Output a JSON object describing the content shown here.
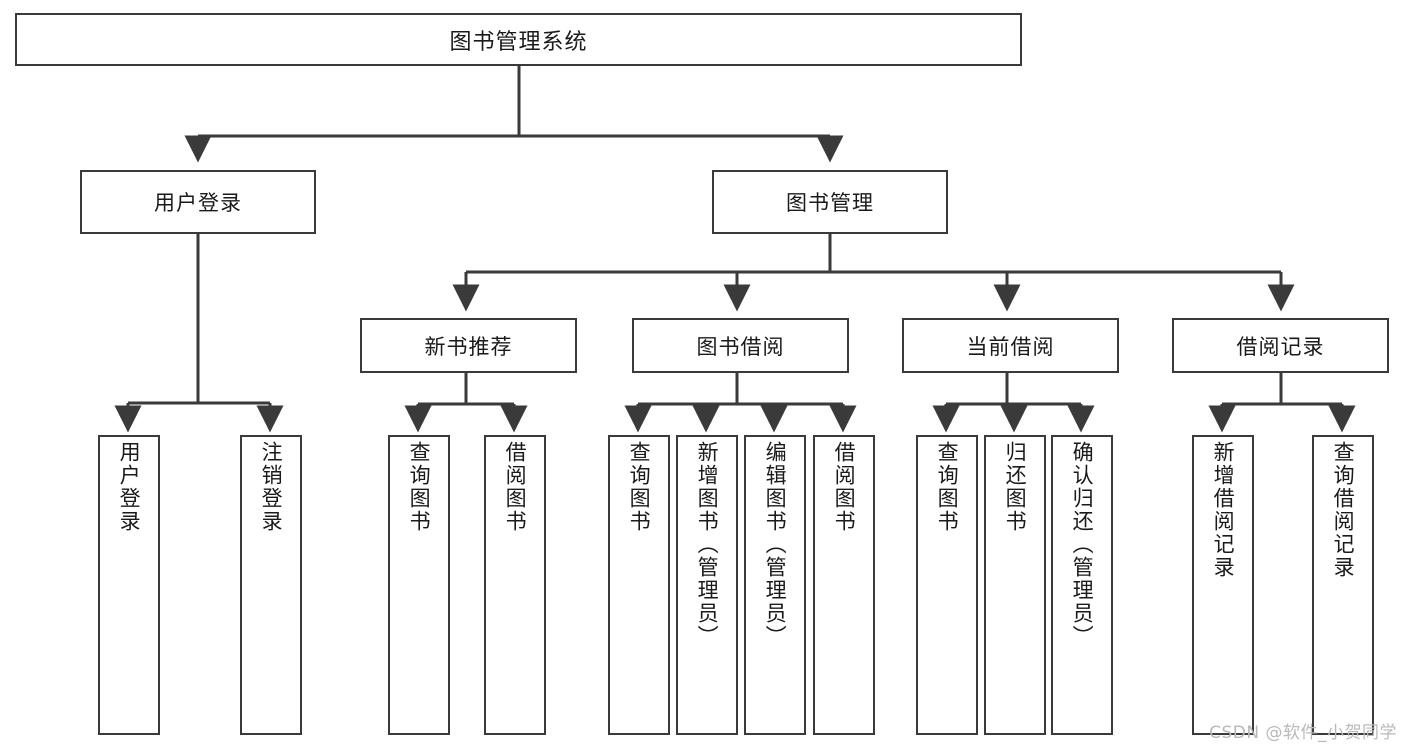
{
  "diagram": {
    "type": "tree",
    "title": "图书管理系统",
    "watermark": "CSDN @软件_小贺同学",
    "colors": {
      "box_border": "#3a3a3a",
      "box_fill": "#ffffff",
      "connector": "#3a3a3a",
      "text": "#1a1a1a",
      "watermark": "#b9b9b9"
    },
    "root": {
      "label": "图书管理系统"
    },
    "level2": [
      {
        "label": "用户登录"
      },
      {
        "label": "图书管理"
      }
    ],
    "level3": [
      {
        "label": "新书推荐"
      },
      {
        "label": "图书借阅"
      },
      {
        "label": "当前借阅"
      },
      {
        "label": "借阅记录"
      }
    ],
    "leaves": {
      "user_login": [
        {
          "label": "用户登录"
        },
        {
          "label": "注销登录"
        }
      ],
      "new_books": [
        {
          "label": "查询图书"
        },
        {
          "label": "借阅图书"
        }
      ],
      "book_borrow": [
        {
          "label": "查询图书"
        },
        {
          "label": "新增图书（管理员）"
        },
        {
          "label": "编辑图书（管理员）"
        },
        {
          "label": "借阅图书"
        }
      ],
      "current_borrow": [
        {
          "label": "查询图书"
        },
        {
          "label": "归还图书"
        },
        {
          "label": "确认归还（管理员）"
        }
      ],
      "borrow_records": [
        {
          "label": "新增借阅记录"
        },
        {
          "label": "查询借阅记录"
        }
      ]
    }
  }
}
